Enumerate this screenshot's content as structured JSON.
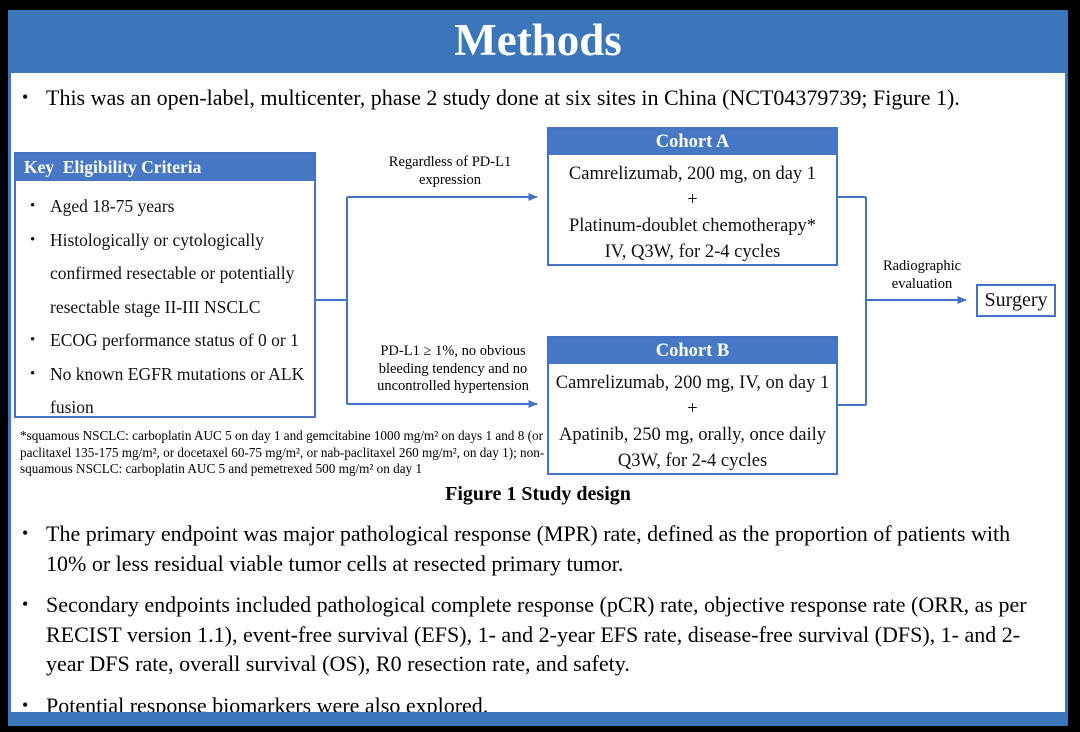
{
  "slide": {
    "title": "Methods",
    "bullet_marker": "•",
    "bullets": {
      "intro": "This was an open-label, multicenter, phase 2 study done at six sites in China (NCT04379739; Figure 1).",
      "primary": "The primary endpoint was major pathological response (MPR) rate, defined as the proportion of patients with 10% or less residual viable tumor cells at resected primary tumor.",
      "secondary": "Secondary endpoints included pathological complete response (pCR) rate, objective response rate (ORR, as per RECIST version 1.1), event-free survival (EFS), 1- and 2-year EFS rate, disease-free survival (DFS), 1- and 2-year DFS rate, overall survival (OS), R0 resection rate, and safety.",
      "biomarkers": "Potential response biomarkers were also explored."
    }
  },
  "figure": {
    "caption": "Figure 1 Study design",
    "eligibility": {
      "header": "Key  Eligibility Criteria",
      "items": [
        "Aged 18-75 years",
        "Histologically or cytologically confirmed resectable or potentially resectable stage II-III NSCLC",
        "ECOG performance status of 0 or 1",
        "No known EGFR mutations or ALK fusion"
      ]
    },
    "branch_top_label": "Regardless of PD-L1 expression",
    "branch_bottom_label": "PD-L1 ≥ 1%, no obvious bleeding tendency and no uncontrolled hypertension",
    "cohort_a": {
      "header": "Cohort A",
      "lines": [
        "Camrelizumab, 200 mg, on day 1",
        "+",
        "Platinum-doublet chemotherapy*",
        "IV, Q3W, for 2-4 cycles"
      ]
    },
    "cohort_b": {
      "header": "Cohort B",
      "lines": [
        "Camrelizumab, 200 mg, IV, on day 1",
        "+",
        "Apatinib, 250 mg, orally, once daily",
        "Q3W, for 2-4 cycles"
      ]
    },
    "evaluation_label": "Radiographic evaluation",
    "surgery_label": "Surgery",
    "footnote": "*squamous NSCLC: carboplatin AUC 5 on day 1 and gemcitabine 1000 mg/m² on days 1 and 8 (or paclitaxel 135-175 mg/m², or docetaxel 60-75 mg/m², or nab-paclitaxel 260 mg/m², on day 1); non-squamous NSCLC: carboplatin AUC 5 and pemetrexed 500 mg/m² on day 1"
  },
  "colors": {
    "title_bar": "#3a76b9",
    "box_header": "#4678c5",
    "connector": "#4472c4",
    "frame": "#000000"
  }
}
